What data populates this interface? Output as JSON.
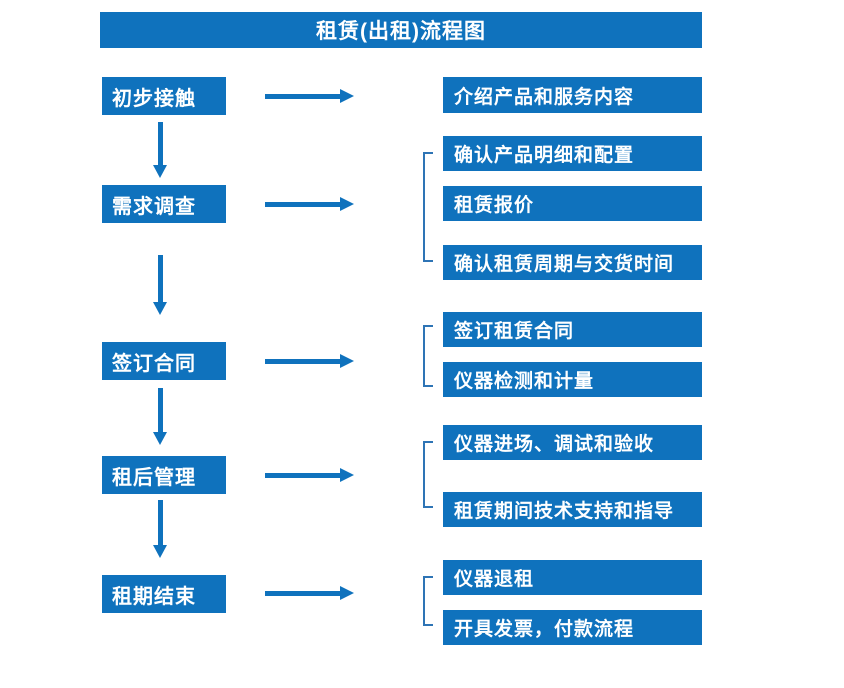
{
  "title": "租赁(出租)流程图",
  "colors": {
    "primary_blue": "#0f72bd",
    "bracket_blue": "#2e74b5",
    "box_text": "#ffffff",
    "background": "#ffffff"
  },
  "stages": [
    {
      "label": "初步接触",
      "outputs": [
        "介绍产品和服务内容"
      ]
    },
    {
      "label": "需求调查",
      "outputs": [
        "确认产品明细和配置",
        "租赁报价",
        "确认租赁周期与交货时间"
      ]
    },
    {
      "label": "签订合同",
      "outputs": [
        "签订租赁合同",
        "仪器检测和计量"
      ]
    },
    {
      "label": "租后管理",
      "outputs": [
        "仪器进场、调试和验收",
        "租赁期间技术支持和指导"
      ]
    },
    {
      "label": "租期结束",
      "outputs": [
        "仪器退租",
        "开具发票，付款流程"
      ]
    }
  ]
}
